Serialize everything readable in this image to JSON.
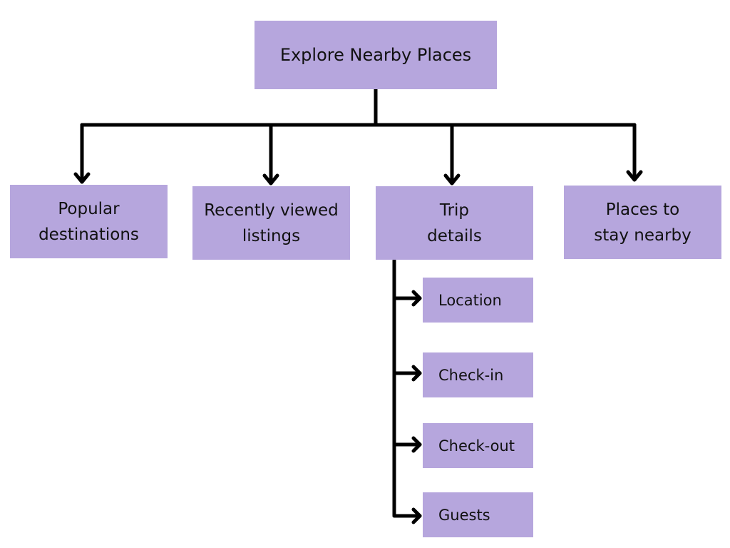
{
  "diagram": {
    "root": {
      "label": "Explore Nearby Places"
    },
    "children": [
      {
        "line1": "Popular",
        "line2": "destinations"
      },
      {
        "line1": "Recently viewed",
        "line2": "listings"
      },
      {
        "line1": "Trip",
        "line2": "details"
      },
      {
        "line1": "Places to",
        "line2": "stay nearby"
      }
    ],
    "trip_details_items": [
      {
        "label": "Location"
      },
      {
        "label": "Check-in"
      },
      {
        "label": "Check-out"
      },
      {
        "label": "Guests"
      }
    ],
    "colors": {
      "box_fill": "#b6a6dd",
      "line": "#000000",
      "background": "#ffffff"
    }
  }
}
